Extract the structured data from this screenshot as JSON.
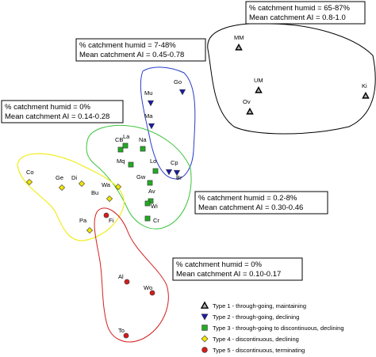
{
  "annotations": {
    "type1": {
      "line1": "% catchment humid = 65-87%",
      "line2": "Mean catchment AI = 0.8-1.0"
    },
    "type2": {
      "line1": "% catchment humid = 7-48%",
      "line2": "Mean catchment AI = 0.45-0.78"
    },
    "type4": {
      "line1": "% catchment humid = 0%",
      "line2": "Mean catchment AI = 0.14-0.28"
    },
    "type3": {
      "line1": "% catchment humid = 0.2-8%",
      "line2": "Mean catchment AI = 0.30-0.46"
    },
    "type5": {
      "line1": "% catchment humid = 0%",
      "line2": "Mean catchment AI = 0.10-0.17"
    }
  },
  "legend": [
    {
      "label": "Type 1 - through-going, maintaining",
      "marker": "triangle-up",
      "color": "#b0b0b0"
    },
    {
      "label": "Type 2 - through-going, declining",
      "marker": "triangle-down",
      "color": "#1a1aa8"
    },
    {
      "label": "Type 3 - through-going to discontinuous, declining",
      "marker": "square",
      "color": "#22aa22"
    },
    {
      "label": "Type 4 - discontinuous, declining",
      "marker": "diamond",
      "color": "#f2e600"
    },
    {
      "label": "Type 5 - discontinuous, terminating",
      "marker": "circle",
      "color": "#d41c1c"
    }
  ],
  "groups": [
    {
      "type": 1,
      "outline_color": "#000000",
      "points": [
        {
          "label": "MM"
        },
        {
          "label": "UM"
        },
        {
          "label": "Ov"
        },
        {
          "label": "Ki"
        }
      ]
    },
    {
      "type": 2,
      "outline_color": "#2a3ec8",
      "points": [
        {
          "label": "Go"
        },
        {
          "label": "Mu"
        },
        {
          "label": "Ma"
        },
        {
          "label": "Cp"
        },
        {
          "label": "Br"
        }
      ]
    },
    {
      "type": 3,
      "outline_color": "#3ac43a",
      "points": [
        {
          "label": "CB"
        },
        {
          "label": "La"
        },
        {
          "label": "Na"
        },
        {
          "label": "Mq"
        },
        {
          "label": "Lo"
        },
        {
          "label": "Gw"
        },
        {
          "label": "Av"
        },
        {
          "label": "Wi"
        },
        {
          "label": "Cr"
        }
      ]
    },
    {
      "type": 4,
      "outline_color": "#eeee22",
      "points": [
        {
          "label": "Ge"
        },
        {
          "label": "Co"
        },
        {
          "label": "Di"
        },
        {
          "label": "Wa"
        },
        {
          "label": "Bu"
        },
        {
          "label": "Pa"
        }
      ]
    },
    {
      "type": 5,
      "outline_color": "#d42020",
      "points": [
        {
          "label": "Fi"
        },
        {
          "label": "Al"
        },
        {
          "label": "Wo"
        },
        {
          "label": "To"
        }
      ]
    }
  ]
}
